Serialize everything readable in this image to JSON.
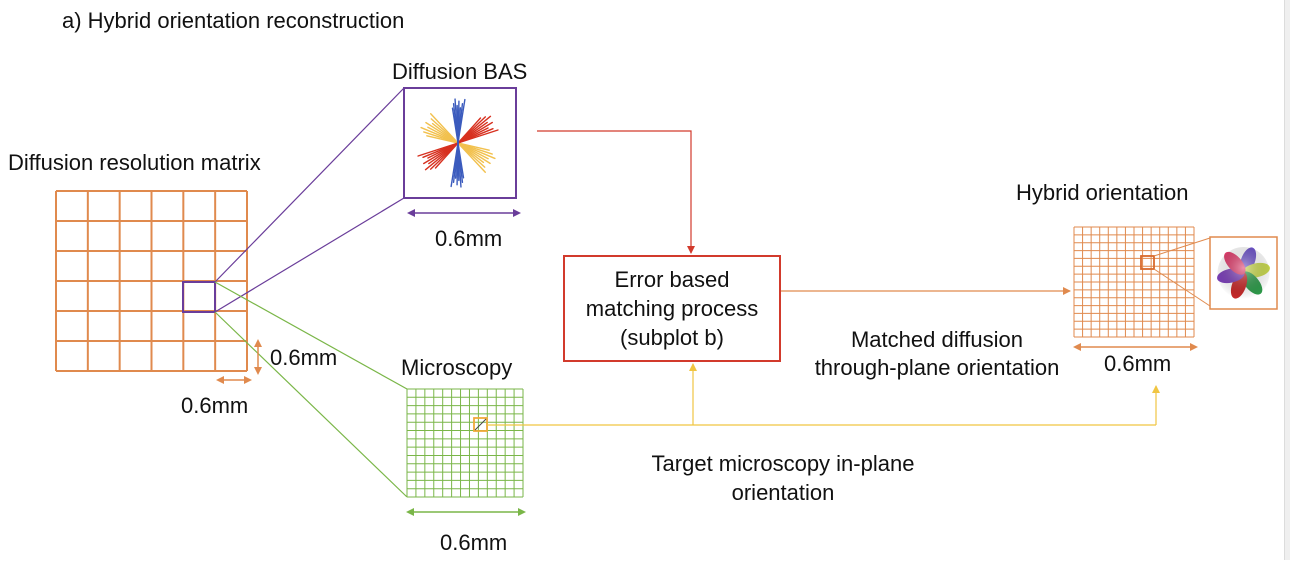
{
  "title": "a)  Hybrid orientation reconstruction",
  "labels": {
    "diffusion_matrix": "Diffusion resolution matrix",
    "diffusion_bas": "Diffusion BAS",
    "microscopy": "Microscopy",
    "hybrid_orientation": "Hybrid orientation",
    "matched_line1": "Matched diffusion",
    "matched_line2": "through-plane orientation",
    "target_line1": "Target microscopy in-plane",
    "target_line2": "orientation"
  },
  "error_box": {
    "line1": "Error based",
    "line2": "matching process",
    "line3": "(subplot b)"
  },
  "scales": {
    "matrix_horizontal": "0.6mm",
    "matrix_vertical": "0.6mm",
    "bas": "0.6mm",
    "microscopy": "0.6mm",
    "hybrid": "0.6mm"
  },
  "colors": {
    "matrix": "#e08a4e",
    "bas_frame": "#6a3d9a",
    "microscopy": "#7ab648",
    "error_box": "#d23a2c",
    "flow_arrow_red": "#d23a2c",
    "flow_arrow_orange": "#e08a4e",
    "flow_arrow_yellow": "#f0c542",
    "scale_purple": "#6a3d9a",
    "scale_orange": "#e08a4e",
    "scale_green": "#7ab648",
    "bas_red": "#d7301f",
    "bas_yellow": "#f2c14e",
    "bas_blue": "#3b5bbd"
  }
}
